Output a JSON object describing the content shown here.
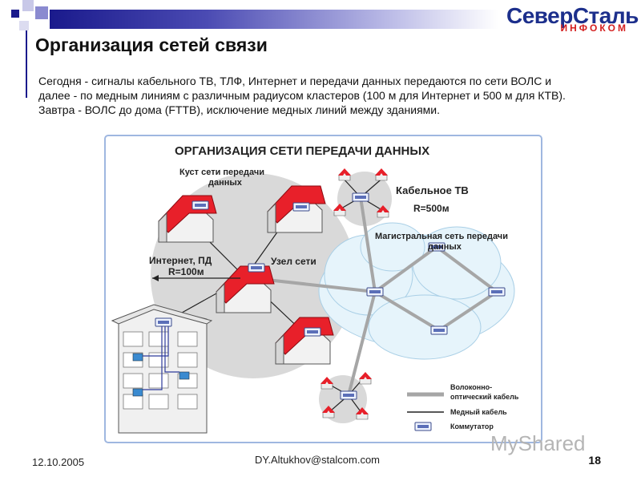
{
  "header": {
    "logo_main": "СеверСталь",
    "logo_sub": "ИНФОКОМ",
    "title": "Организация сетей связи"
  },
  "body_text": "Сегодня - сигналы кабельного ТВ, ТЛФ, Интернет и передачи данных передаются по сети ВОЛС и далее - по медным линиям с различным радиусом кластеров (100 м для Интернет и 500 м для КТВ). Завтра - ВОЛС до дома (FTTB), исключение медных линий между зданиями.",
  "diagram": {
    "title": "ОРГАНИЗАЦИЯ  СЕТИ ПЕРЕДАЧИ ДАННЫХ",
    "label_cluster": "Куст сети передачи данных",
    "label_internet": "Интернет, ПД",
    "label_r100": "R=100м",
    "label_node": "Узел сети",
    "label_cabletv": "Кабельное ТВ",
    "label_r500": "R=500м",
    "label_backbone": "Магистральная сеть передачи данных",
    "legend_fiber": "Волоконно-оптический кабель",
    "legend_copper": "Медный кабель",
    "legend_switch": "Коммутатор"
  },
  "footer": {
    "date": "12.10.2005",
    "email": "DY.Altukhov@stalcom.com",
    "page": "18"
  },
  "watermark": "MyShared",
  "colors": {
    "title_bar": "#1a1a8c",
    "roof": "#e8202a",
    "cloud": "#e6f4fb",
    "fiber": "#a6a6a6"
  }
}
